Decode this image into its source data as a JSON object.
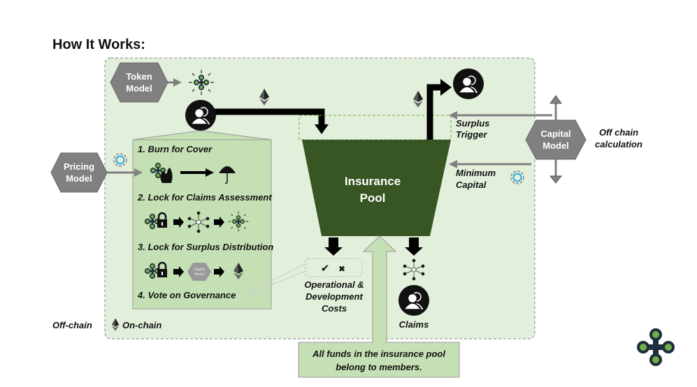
{
  "title": "How It Works:",
  "colors": {
    "region_fill": "#e2efda",
    "panel_fill": "#c5e0b4",
    "pool_fill": "#375623",
    "hexagon": "#808080",
    "accent_green": "#70ad47"
  },
  "token_model": {
    "line1": "Token",
    "line2": "Model"
  },
  "pricing_model": {
    "line1": "Pricing",
    "line2": "Model"
  },
  "capital_model": {
    "line1": "Capital",
    "line2": "Model",
    "mini_label1": "Capital",
    "mini_label2": "Model"
  },
  "steps": [
    {
      "label": "1. Burn for Cover"
    },
    {
      "label": "2. Lock for Claims Assessment"
    },
    {
      "label": "3. Lock for Surplus Distribution"
    },
    {
      "label": "4. Vote on Governance"
    }
  ],
  "pool": {
    "line1": "Insurance",
    "line2": "Pool"
  },
  "surplus_trigger": {
    "line1": "Surplus",
    "line2": "Trigger"
  },
  "minimum_capital": {
    "line1": "Minimum",
    "line2": "Capital"
  },
  "off_chain_calc": {
    "line1": "Off chain",
    "line2": "calculation"
  },
  "costs": {
    "check": "✔",
    "cross": "✖",
    "line1": "Operational &",
    "line2": "Development",
    "line3": "Costs"
  },
  "claims": "Claims",
  "legend": {
    "off_chain": "Off-chain",
    "on_chain": "On-chain"
  },
  "callout": {
    "line1": "All funds in the insurance pool",
    "line2": "belong to members."
  }
}
